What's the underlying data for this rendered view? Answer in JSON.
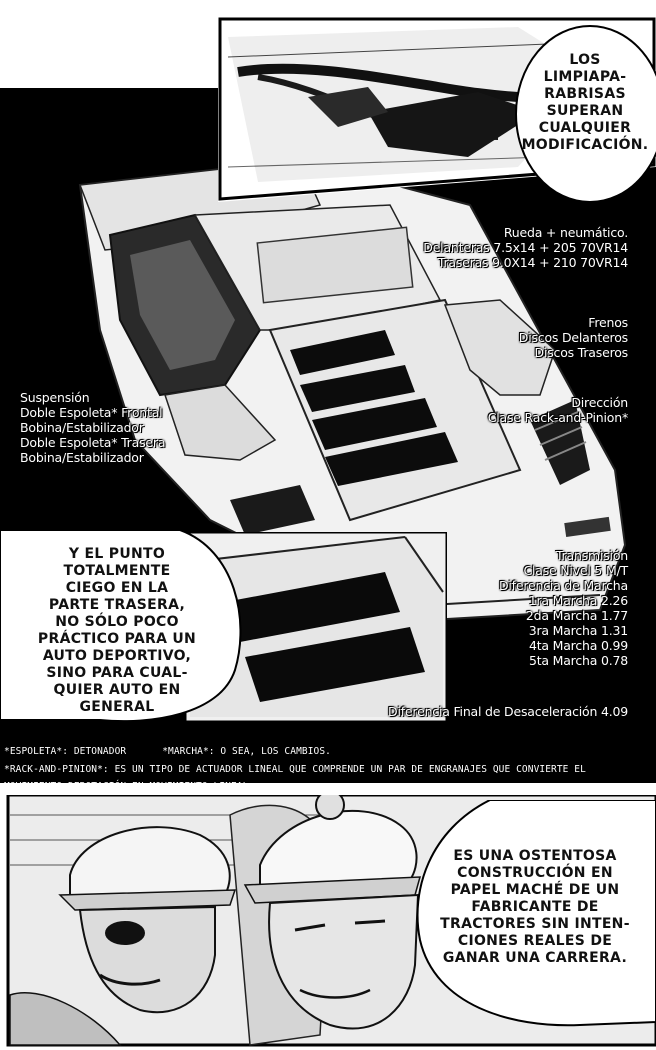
{
  "bubbles": {
    "top": [
      "LOS",
      "LIMPIAPA-",
      "RABRISAS",
      "SUPERAN",
      "CUALQUIER",
      "MODIFICACIÓN."
    ],
    "middle": [
      "Y EL PUNTO",
      "TOTALMENTE",
      "CIEGO EN LA",
      "PARTE TRASERA,",
      "NO SÓLO POCO",
      "PRÁCTICO PARA UN",
      "AUTO DEPORTIVO,",
      "SINO PARA CUAL-",
      "QUIER AUTO EN",
      "GENERAL"
    ],
    "bottom": [
      "ES UNA OSTENTOSA",
      "CONSTRUCCIÓN EN",
      "PAPEL MACHÉ DE UN",
      "FABRICANTE DE",
      "TRACTORES SIN INTEN-",
      "CIONES REALES DE",
      "GANAR UNA CARRERA."
    ]
  },
  "specs": {
    "wheels": [
      "Rueda + neumático.",
      "Delanteras 7.5x14 + 205 70VR14",
      "Traseras 9.0X14 + 210 70VR14"
    ],
    "brakes": [
      "Frenos",
      "Discos Delanteros",
      "Discos Traseros"
    ],
    "suspension": [
      "Suspensión",
      "Doble Espoleta* Frontal",
      "Bobina/Estabilizador",
      "Doble Espoleta* Trasera",
      "Bobina/Estabilizador"
    ],
    "steering": [
      "Dirección",
      "Clase Rack-and-Pinion*"
    ],
    "transmission": [
      "Transmisión",
      "Clase Nivel 5 M/T",
      "Diferencia de Marcha",
      "1ra Marcha 2.26",
      "2da Marcha 1.77",
      "3ra Marcha 1.31",
      "4ta Marcha 0.99",
      "5ta Marcha 0.78"
    ],
    "final": "Diferencia Final de Desaceleración 4.09"
  },
  "footnotes": {
    "line1a": "*ESPOLETA*: DETONADOR",
    "line1b": "*MARCHA*: O SEA, LOS CAMBIOS.",
    "line2": "*RACK-AND-PINION*: ES UN TIPO DE ACTUADOR LINEAL QUE COMPRENDE UN PAR DE ENGRANAJES QUE CONVIERTE EL",
    "line3": "MOVIMIENTO DEROTACIÓN EN MOVIMIENTO LINEAL."
  }
}
